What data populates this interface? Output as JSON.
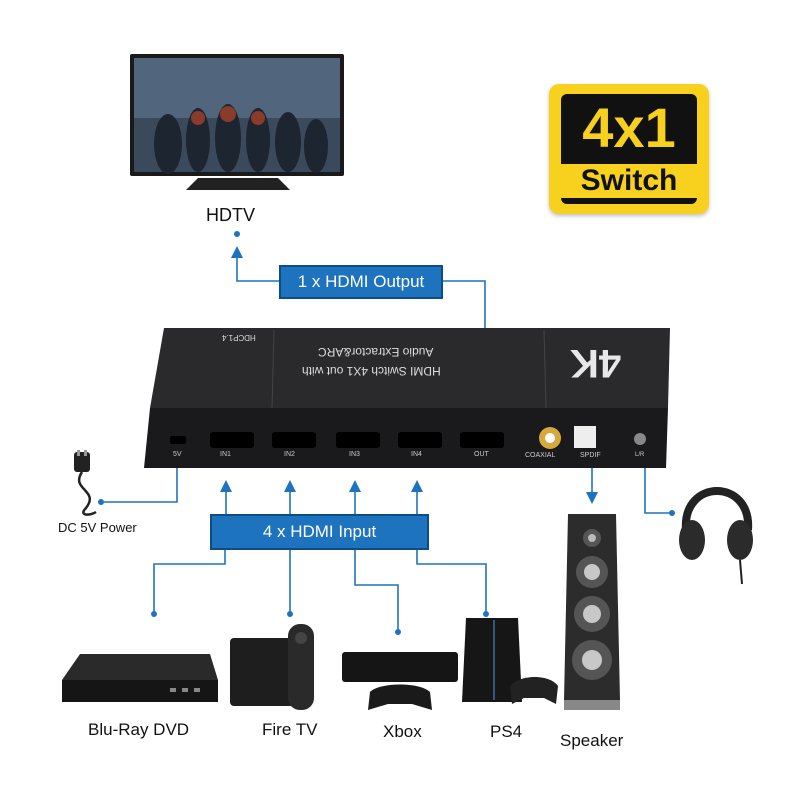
{
  "badge": {
    "main": "4x1",
    "sub": "Switch"
  },
  "output_box": "1 x HDMI Output",
  "input_box": "4 x HDMI Input",
  "device": {
    "title_line1": "HDMI Switch 4X1 out with",
    "title_line2": "Audio Extractor&ARC",
    "hdcp": "HDCP1.4",
    "logo": "4K",
    "ports": [
      "5V",
      "IN1",
      "IN2",
      "IN3",
      "IN4",
      "OUT",
      "COAXIAL",
      "SPDIF",
      "L/R"
    ]
  },
  "labels": {
    "hdtv": "HDTV",
    "power": "DC 5V Power",
    "bluray": "Blu-Ray DVD",
    "firetv": "Fire TV",
    "xbox": "Xbox",
    "ps4": "PS4",
    "speaker": "Speaker"
  },
  "colors": {
    "line": "#1e73be",
    "box": "#1e73be",
    "badge": "#f7d11d"
  }
}
